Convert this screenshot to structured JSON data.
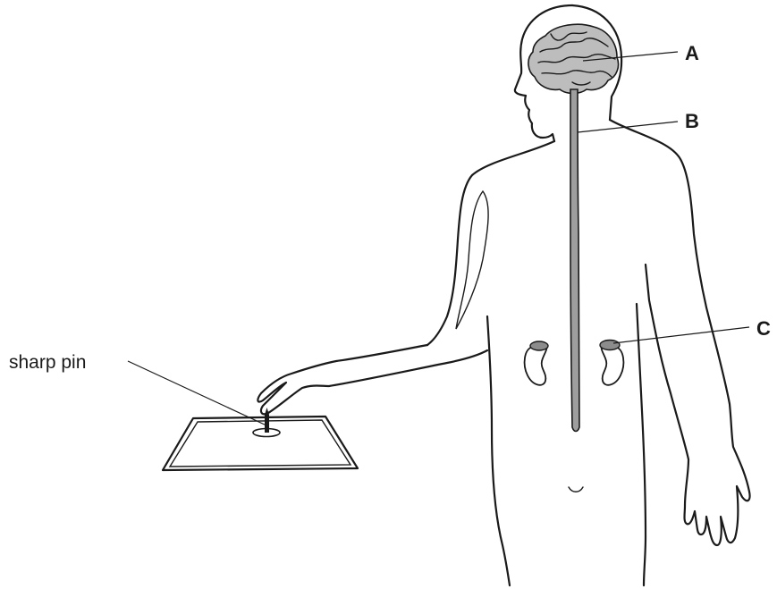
{
  "labels": {
    "a": "A",
    "b": "B",
    "c": "C",
    "pin": "sharp pin"
  },
  "colors": {
    "line": "#1a1a1a",
    "brain": "#bdbdbd",
    "spinal_cord": "#9e9e9e",
    "adrenal": "#8c8c8c",
    "background": "#ffffff"
  }
}
